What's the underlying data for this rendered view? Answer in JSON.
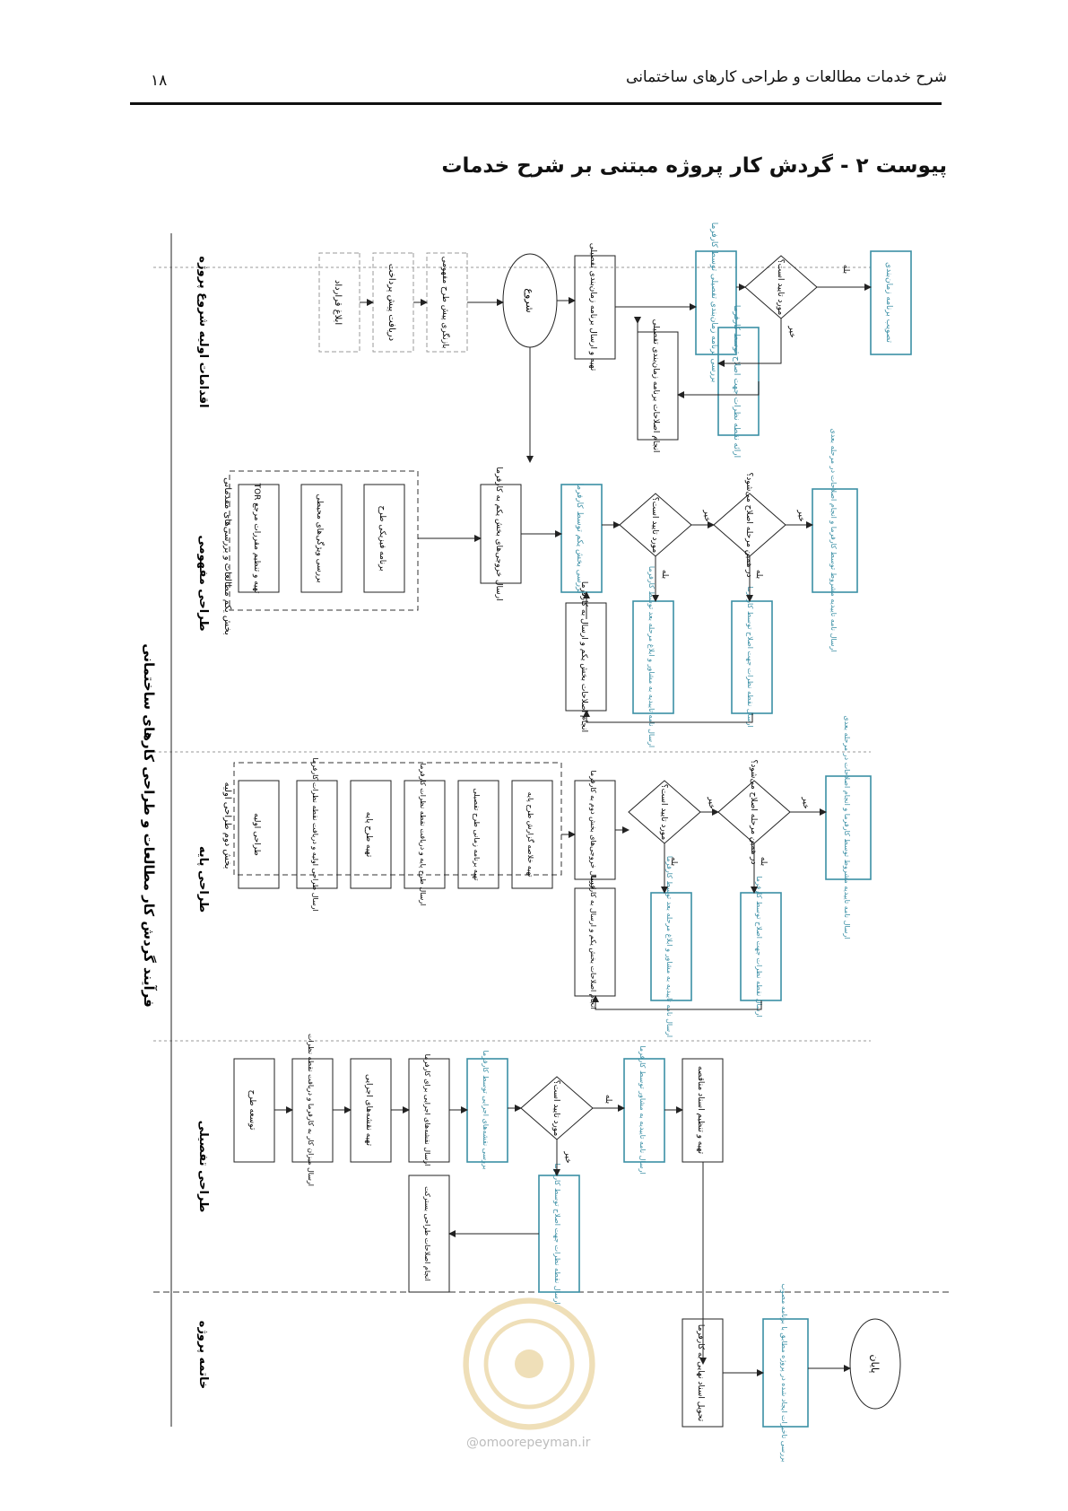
{
  "header": {
    "title": "شرح خدمات مطالعات و طراحی کارهای ساختمانی",
    "page_number": "۱۸"
  },
  "appendix_title": "پیوست ۲ - گردش کار پروژه مبتنی بر شرح خدمات",
  "diagram": {
    "main_title": "فرآیند گردش کار مطالعات و طراحی کارهای ساختمانی",
    "lanes": {
      "l1": "اقدامات اولیه شروع پروژه",
      "l2": "طراحی مفهومی",
      "l3": "طراحی پایه",
      "l4": "طراحی تفصیلی",
      "l5": "خاتمه پروژه"
    },
    "group_labels": {
      "g1": "بخش یکم مطالعات و بررسی‌های مقدماتی",
      "g2": "بخش دوم طراحی اولیه"
    },
    "nodes": {
      "n_contract": "ابلاغ قرارداد",
      "n_prepay": "دریافت پیش پرداخت",
      "n_review_concept": "بازنگری پیش طرح مفهومی",
      "n_start": "شروع",
      "n_schedule": "تهیه و ارسال برنامه زمان‌بندی تفصیلی",
      "n_schedule_fix": "انجام اصلاحات برنامه زمان‌بندی تفصیلی",
      "n_schedule_review": "بررسی برنامه زمان‌بندی تفصیلی توسط کارفرما",
      "n_schedule_comments": "ارائه نقطه نظرات جهت اصلاح توسط کارفرما",
      "n_approve1": "مورد تایید است؟",
      "n_schedule_approve": "تصویب برنامه زمان‌بندی",
      "n_tor": "تهیه و تنظیم مقررات مرجع TOR",
      "n_env": "بررسی ویژگی‌های محیطی",
      "n_physical": "برنامه فیزیکی طرح",
      "n_send1": "ارسال خروجی‌های بخش یکم به کارفرما",
      "n_fix1": "انجام اصلاحات بخش یکم و ارسال به کارفرما",
      "n_review1": "بررسی بخش یکم توسط کارفرما",
      "n_approve2": "مورد تایید است؟",
      "n_letter1": "ارسال نامه تاییدیه به مشاور و ابلاغ مرحله بعد توسط کارفرما",
      "n_same1": "در همین مرحله اصلاح می‌شود؟",
      "n_comments1": "ارسال نقطه نظرات جهت اصلاح توسط کارفرما",
      "n_conditional1": "ارسال نامه تاییدیه مشروط توسط کارفرما و انجام اصلاحات در مرحله بعدی",
      "n_prelim": "طراحی اولیه",
      "n_send_prelim": "ارسال طراحی اولیه و دریافت نقطه نظرات کارفرما",
      "n_base_plan": "تهیه طرح پایه",
      "n_send_base": "ارسال طرح پایه و دریافت نقطه نظرات کارفرما",
      "n_time_detail": "تهیه برنامه زمانی طرح تفصیلی",
      "n_summary": "تهیه خلاصه گزارش طرح پایه",
      "n_send2": "ارسال خروجی‌های بخش دوم به کارفرما",
      "n_fix2": "انجام اصلاحات بخش یکم و ارسال به کارفرما",
      "n_approve3": "مورد تایید است؟",
      "n_letter2": "ارسال نامه تاییدیه به مشاور و ابلاغ مرحله بعد توسط کارفرما",
      "n_same2": "در همین مرحله اصلاح می‌شود؟",
      "n_comments2": "ارسال نقطه نظرات جهت اصلاح توسط کارفرما",
      "n_conditional2": "ارسال نامه تاییدیه مشروط توسط کارفرما و انجام اصلاحات در مرحله بعدی",
      "n_develop": "توسعه طرح",
      "n_send_work": "ارسال میزان کار به کارفرما و دریافت نقطه نظرات",
      "n_exec_drawings": "تهیه نقشه‌های اجرایی",
      "n_send_exec": "ارسال نقشه‌های اجرایی برای کارفرما",
      "n_fix_exec": "انجام اصلاحات طراحی بسترکت",
      "n_review_exec": "بررسی نقشه‌های اجرایی توسط کارفرما",
      "n_approve4": "مورد تایید است؟",
      "n_comments3": "ارسال نقطه نظرات جهت اصلاح توسط کارفرما",
      "n_letter3": "ارسال نامه تاییدیه به مشاور توسط کارفرما",
      "n_tender": "تهیه و تنظیم اسناد مناقصه",
      "n_deliver": "تحویل اسناد نهایی به کارفرما",
      "n_check": "بررسی تاخیرات ایجاد شده در پروژه مطابق با برنامه مصوب",
      "n_end": "پایان"
    },
    "edge_labels": {
      "yes": "بله",
      "no": "خیر"
    }
  },
  "watermark": "@omoorepeyman.ir",
  "colors": {
    "teal_box": "#3b8fa5",
    "line": "#222222",
    "lane_divider": "#9a9a9a",
    "watermark": "#d4a437"
  }
}
